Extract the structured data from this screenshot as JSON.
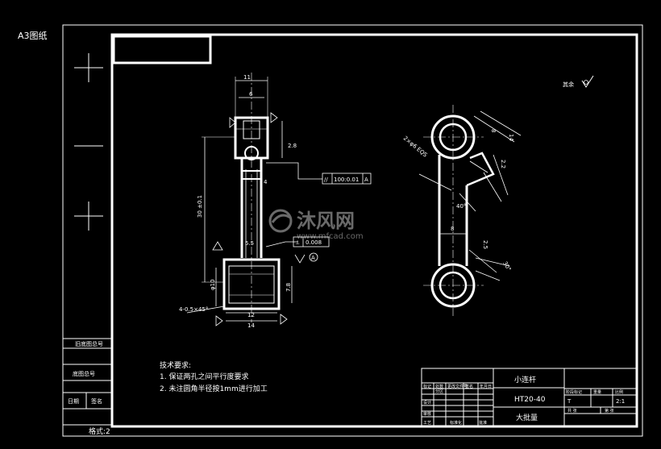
{
  "sheet": {
    "label": "A3图纸",
    "format": "格式:2"
  },
  "left_strip": {
    "old_ref": "旧底图总号",
    "base_ref": "底图总号",
    "date": "日期",
    "sign": "签名"
  },
  "watermark": {
    "brand": "沐风网",
    "url": "www.mfcad.com"
  },
  "roughness_note": "其余",
  "tech": {
    "title": "技术要求:",
    "items": [
      "1. 保证两孔之间平行度要求",
      "2. 未注圆角半径按1mm进行加工"
    ]
  },
  "left_view": {
    "dims": {
      "top_width": "11",
      "head_width": "6",
      "small_hole": "2.8",
      "web": "4",
      "length": "30 ±0.1",
      "neck": "5.5",
      "big_hole": "φ10",
      "big_bore": "7.8",
      "chamfer": "4-0.5×45°",
      "base_inner": "12",
      "base_outer": "14"
    },
    "tolerance_par": {
      "symbol": "//",
      "value": "100:0.01",
      "datum": "A"
    },
    "tolerance_perp": {
      "symbol": "⊥",
      "value": "0.008"
    },
    "datum_mark": "A"
  },
  "right_view": {
    "dims": {
      "hole_note": "2×φ6 EQS",
      "top_8": "8",
      "top_14": "14",
      "slot": "2.2",
      "angle_top": "40°",
      "mid_8": "8",
      "low_25": "2.5",
      "angle_30": "30°"
    }
  },
  "title_block": {
    "part_name": "小连杆",
    "material": "HT20-40",
    "batch": "大批量",
    "row_labels": [
      "标记",
      "设计",
      "审核",
      "工艺"
    ],
    "col_labels": [
      "处数",
      "分区",
      "更改文件号",
      "签名",
      "年月日"
    ],
    "stage_label": "阶段标记",
    "weight_label": "重量",
    "scale_label": "比例",
    "stage_value": "T",
    "scale": "2:1",
    "sheets_total": "共  张",
    "sheet_no": "第  张",
    "approve": "批准",
    "standard": "标准化"
  }
}
